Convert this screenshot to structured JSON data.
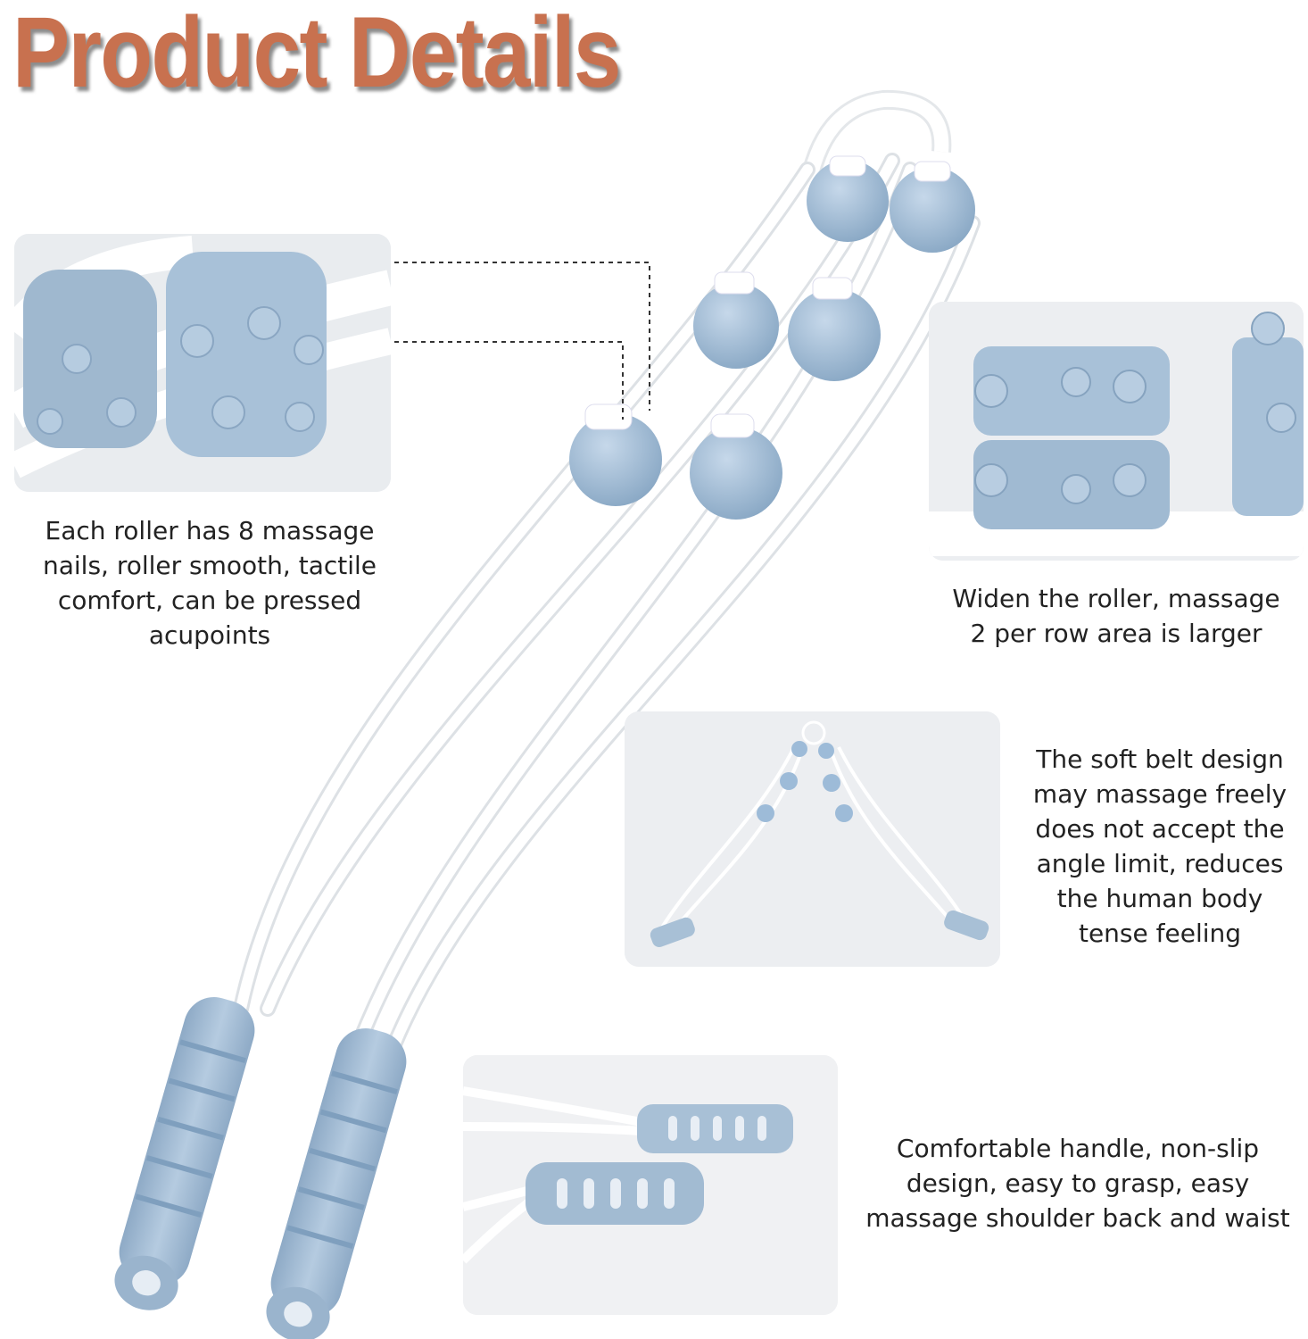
{
  "title": "Product Details",
  "colors": {
    "title": "#c8714f",
    "roller_blue": "#a4bfd8",
    "roller_shadow": "#7f9fbe",
    "handle_blue": "#a8c0d6",
    "belt_white": "#ffffff",
    "panel_bg": "#eef0f3"
  },
  "captions": {
    "roller_nails": {
      "lines": [
        "Each roller has 8 massage",
        "nails, roller smooth, tactile",
        "comfort, can be pressed",
        "acupoints"
      ]
    },
    "widen_roller": {
      "lines": [
        "Widen the roller, massage",
        "2 per row area is larger"
      ]
    },
    "soft_belt": {
      "lines": [
        "The soft belt design",
        "may massage freely",
        "does not accept the",
        "angle limit, reduces",
        "the human body",
        "tense feeling"
      ]
    },
    "handle": {
      "lines": [
        "Comfortable handle, non-slip",
        "design, easy to grasp, easy",
        "massage shoulder back and waist"
      ]
    }
  }
}
